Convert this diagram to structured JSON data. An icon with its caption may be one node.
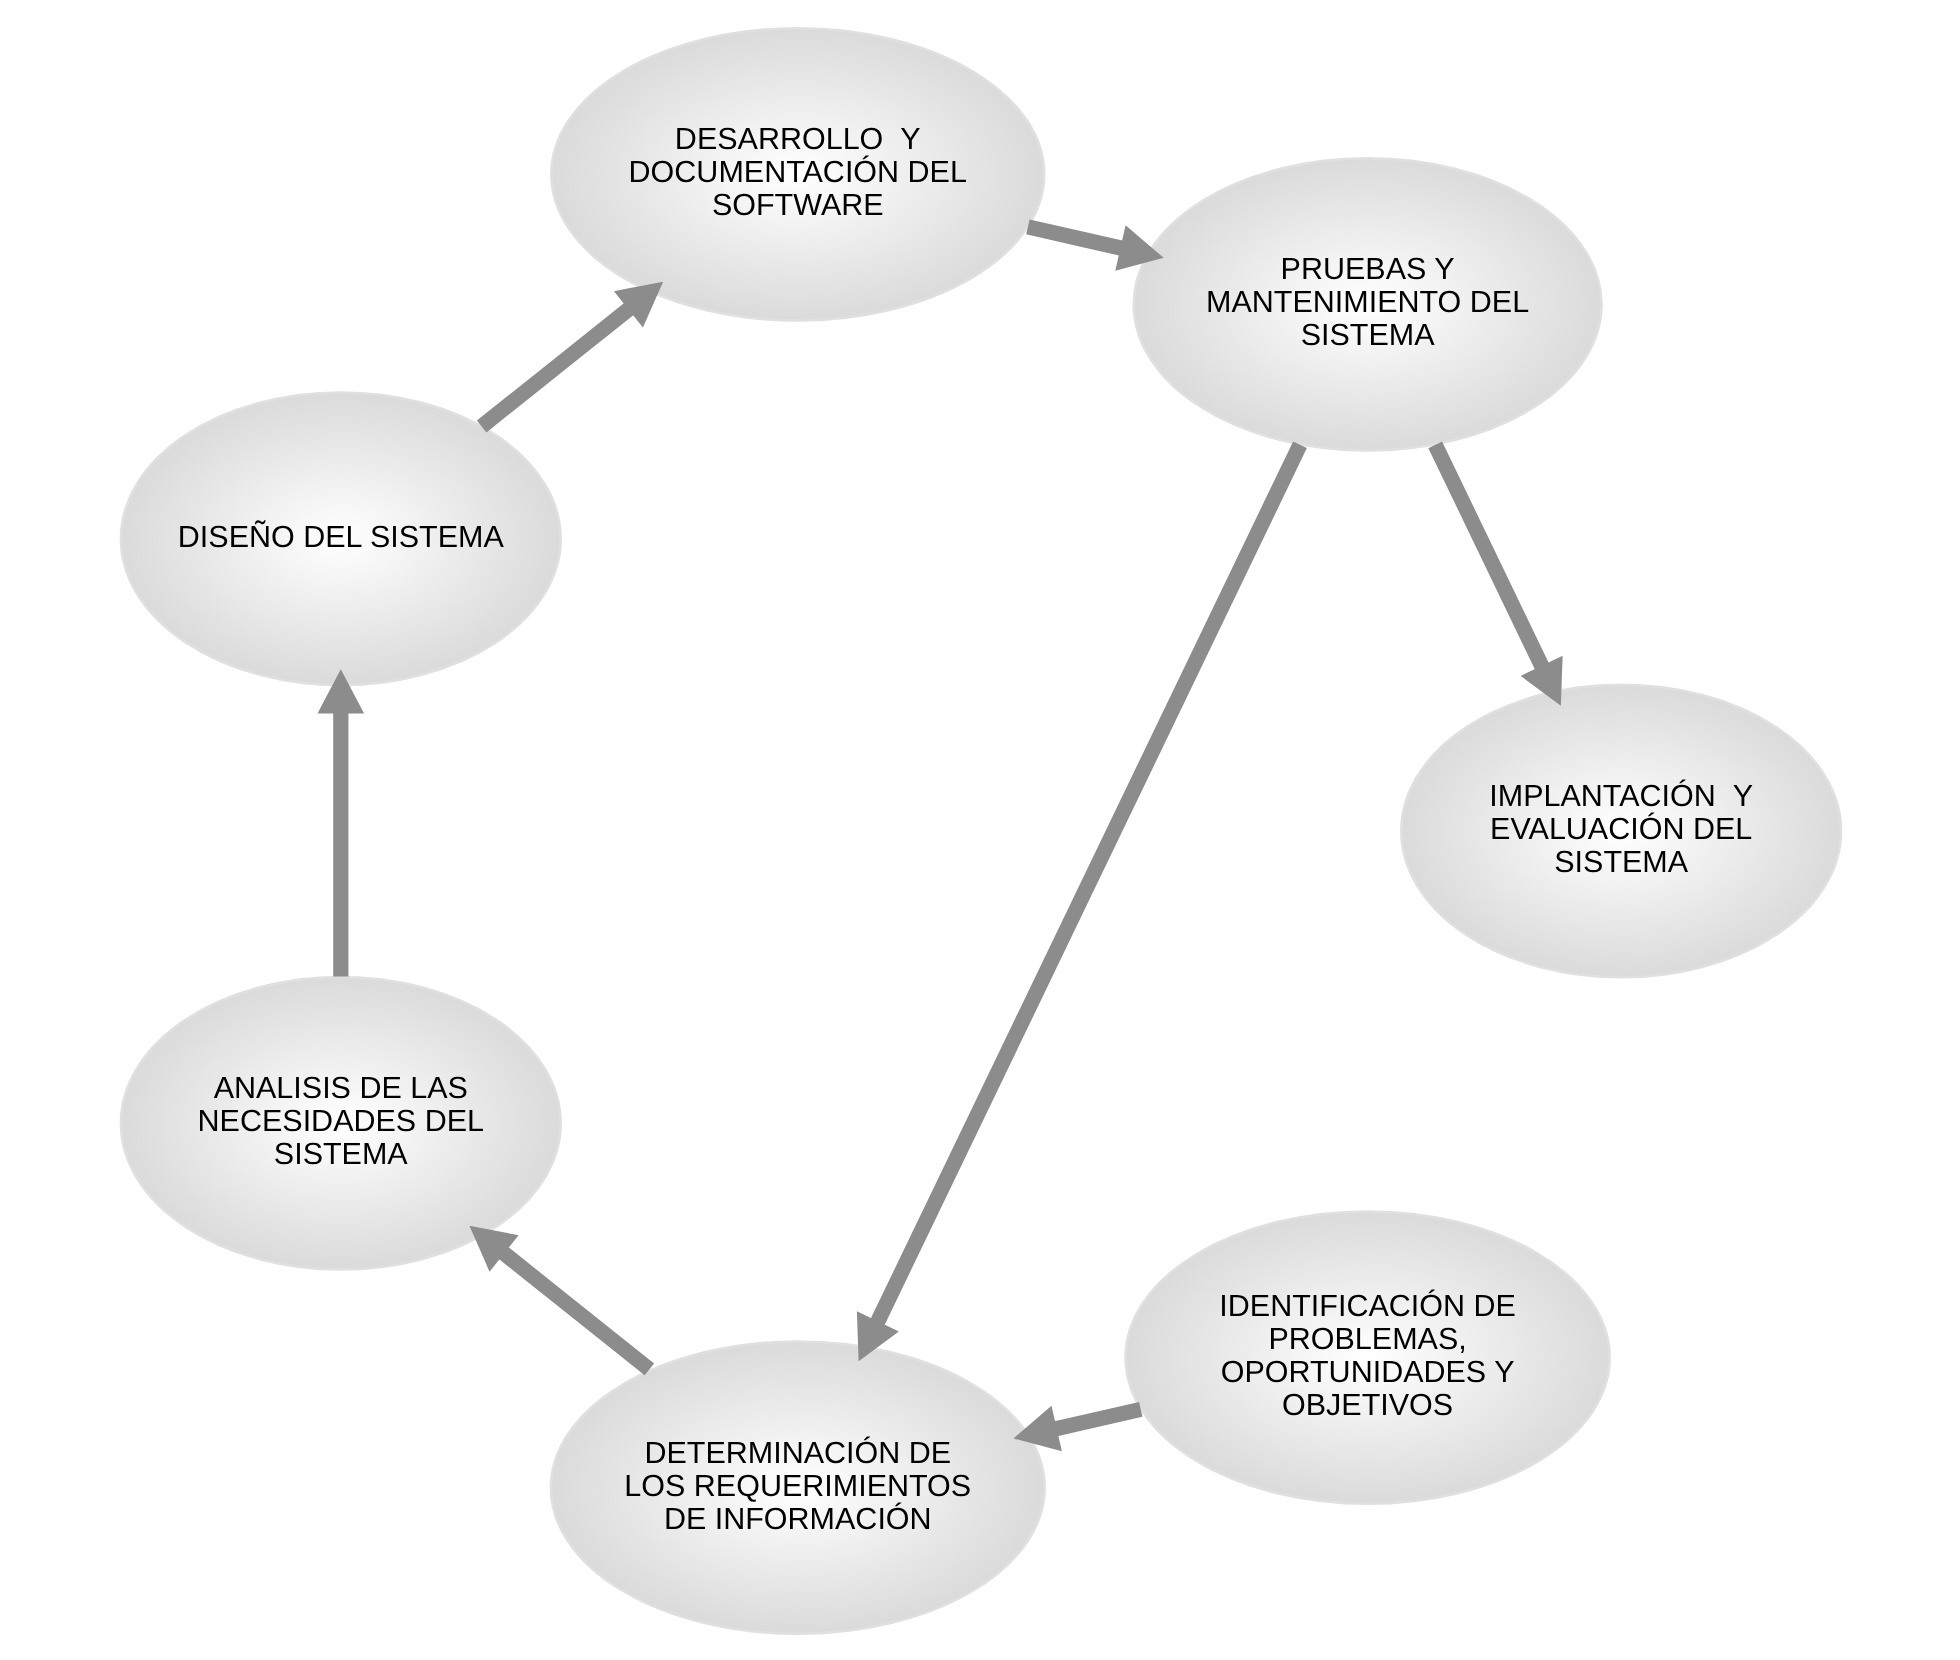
{
  "diagram": {
    "nodes": [
      {
        "text": [
          "IDENTIFICACIÓN DE PROBLEMAS, OPORTUNIDADES Y OBJETIVOS"
        ]
      },
      {
        "text": [
          "DETERMINACIÓN DE LOS REQUERIMIENTOS DE INFORMACIÓN"
        ]
      },
      {
        "text": [
          "ANALISIS DE LAS NECESIDADES DEL SISTEMA"
        ]
      },
      {
        "text": [
          "DISEÑO DEL SISTEMA"
        ]
      },
      {
        "text": [
          "DESARROLLO  Y DOCUMENTACIÓN DEL SOFTWARE"
        ]
      },
      {
        "text": [
          "PRUEBAS Y MANTENIMIENTO DEL SISTEMA"
        ]
      },
      {
        "text": [
          "IMPLANTACIÓN  Y EVALUACIÓN DEL SISTEMA"
        ]
      }
    ],
    "edges": [
      {
        "from": 0,
        "to": 1,
        "arrow": "to"
      },
      {
        "from": 1,
        "to": 2,
        "arrow": "to"
      },
      {
        "from": 2,
        "to": 3,
        "arrow": "to"
      },
      {
        "from": 3,
        "to": 4,
        "arrow": "to"
      },
      {
        "from": 4,
        "to": 5,
        "arrow": "to"
      },
      {
        "from": 5,
        "to": 6,
        "arrow": "to"
      },
      {
        "from": 5,
        "to": 1,
        "arrow": "to"
      }
    ]
  }
}
